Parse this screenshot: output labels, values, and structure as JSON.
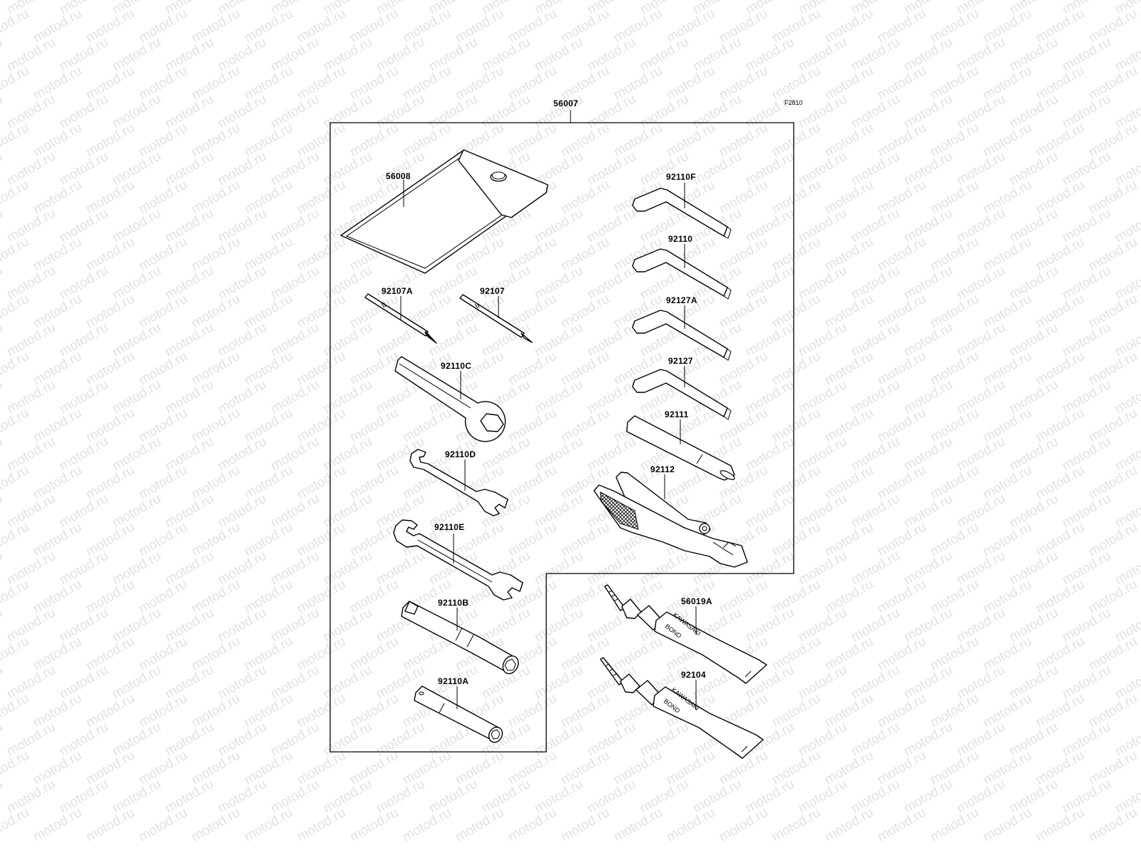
{
  "figure_code": "F2810",
  "watermark": "motod.ru",
  "kit": {
    "label": "56007"
  },
  "parts": {
    "p56008": "56008",
    "p92107A": "92107A",
    "p92107": "92107",
    "p92110C": "92110C",
    "p92110D": "92110D",
    "p92110E": "92110E",
    "p92110B": "92110B",
    "p92110A": "92110A",
    "p92110F": "92110F",
    "p92110": "92110",
    "p92127A": "92127A",
    "p92127": "92127",
    "p92111": "92111",
    "p92112": "92112",
    "p56019A": "56019A",
    "p92104": "92104"
  },
  "tube_print": {
    "brand": "KAWASAKI",
    "product": "BOND"
  }
}
